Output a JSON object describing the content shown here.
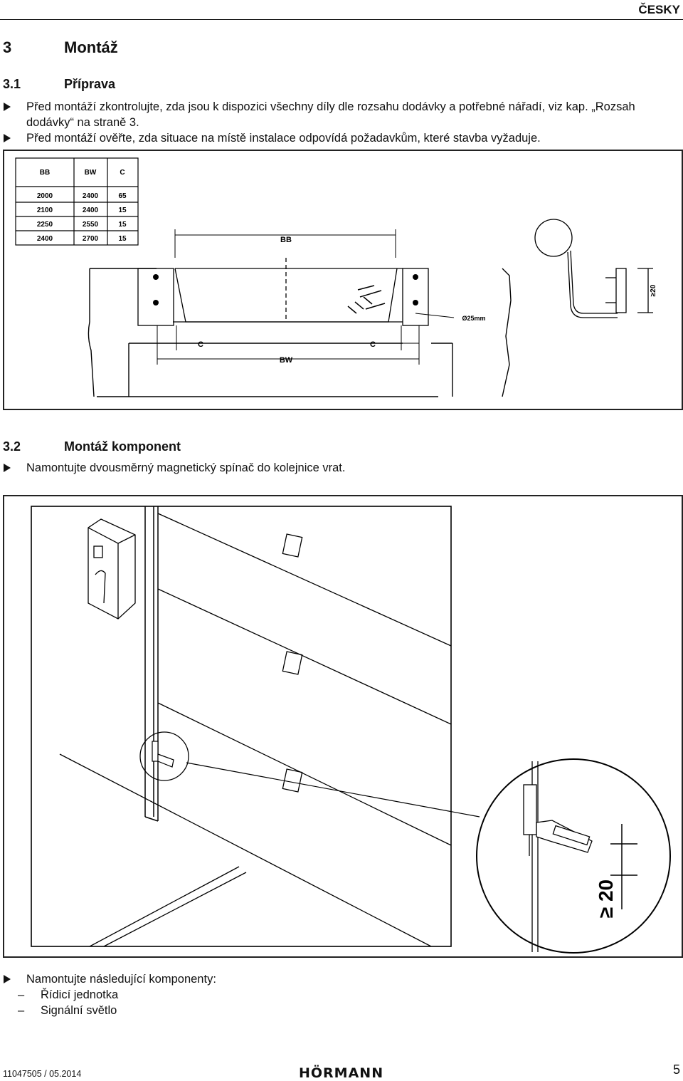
{
  "header": {
    "language": "ČESKY"
  },
  "section": {
    "num": "3",
    "title": "Montáž"
  },
  "sub1": {
    "num": "3.1",
    "title": "Příprava",
    "bullets": [
      "Před montáží zkontrolujte, zda jsou k dispozici všechny díly dle rozsahu dodávky a potřebné nářadí, viz kap. „Rozsah dodávky“ na straně 3.",
      "Před montáží ověřte, zda situace na místě instalace odpovídá požadavkům, které stavba vyžaduje."
    ]
  },
  "figure1": {
    "table": {
      "headers": [
        "BB",
        "BW",
        "C"
      ],
      "rows": [
        [
          "2000",
          "2400",
          "65"
        ],
        [
          "2100",
          "2400",
          "15"
        ],
        [
          "2250",
          "2550",
          "15"
        ],
        [
          "2400",
          "2700",
          "15"
        ]
      ]
    },
    "labels": {
      "bb": "BB",
      "bw": "BW",
      "c_left": "C",
      "c_right": "C",
      "diameter": "Ø25mm",
      "dim": "≥20"
    }
  },
  "sub2": {
    "num": "3.2",
    "title": "Montáž komponent",
    "bullets": [
      "Namontujte dvousměrný magnetický spínač do kolejnice vrat."
    ]
  },
  "figure2": {
    "dim_label": "≥ 20"
  },
  "components": {
    "intro": "Namontujte následující komponenty:",
    "items": [
      "Řídicí jednotka",
      "Signální světlo"
    ]
  },
  "footer": {
    "doc_code": "11047505 / 05.2014",
    "brand": "HÖRMANN",
    "page": "5"
  }
}
